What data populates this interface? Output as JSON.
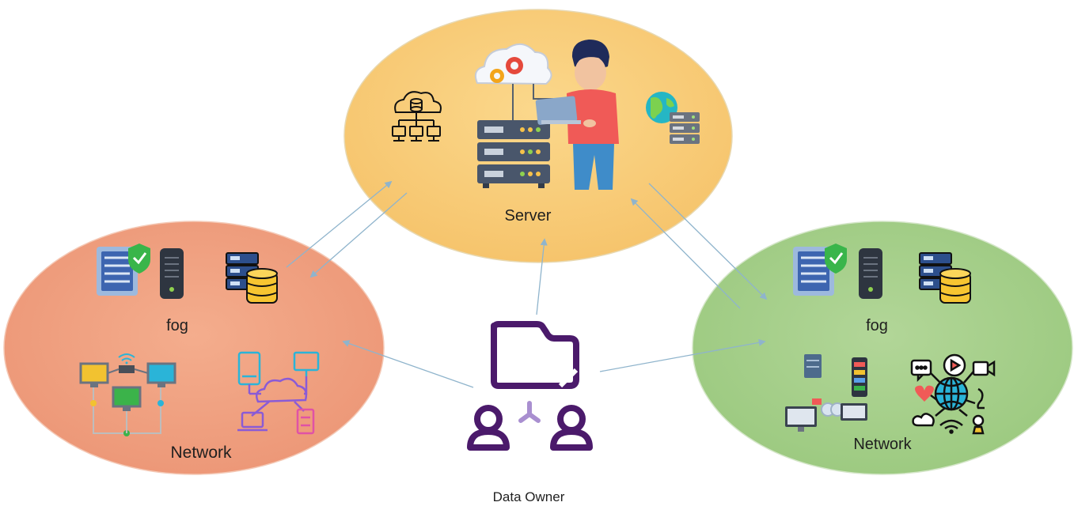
{
  "nodes": {
    "server": {
      "label": "Server"
    },
    "fog_left": {
      "label": "fog"
    },
    "network_left": {
      "label": "Network"
    },
    "fog_right": {
      "label": "fog"
    },
    "network_right": {
      "label": "Network"
    },
    "data_owner": {
      "label": "Data Owner"
    }
  },
  "colors": {
    "server_ellipse": "#f8cc79",
    "left_ellipse": "#f0a282",
    "right_ellipse": "#a6cf8a",
    "connector": "#8fb4cc",
    "owner_icon": "#4b1a6b",
    "owner_accent": "#a98fd0"
  }
}
